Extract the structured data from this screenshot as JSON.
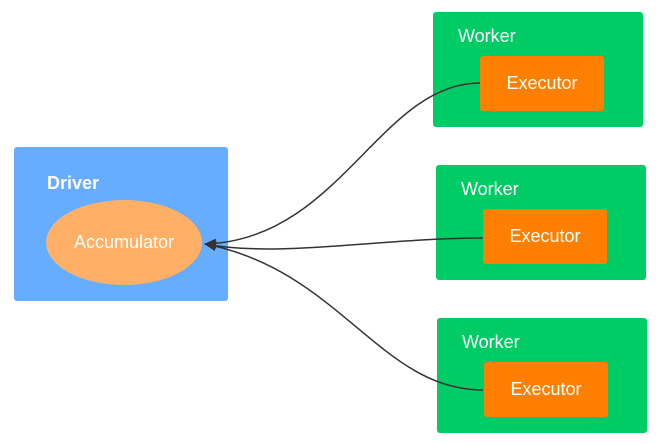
{
  "driver": {
    "label": "Driver",
    "accumulator_label": "Accumulator"
  },
  "workers": [
    {
      "label": "Worker",
      "executor_label": "Executor"
    },
    {
      "label": "Worker",
      "executor_label": "Executor"
    },
    {
      "label": "Worker",
      "executor_label": "Executor"
    }
  ],
  "colors": {
    "driver": "#66adff",
    "accumulator": "#ffb066",
    "worker": "#00cc66",
    "executor": "#ff8000",
    "edge": "#333333"
  }
}
